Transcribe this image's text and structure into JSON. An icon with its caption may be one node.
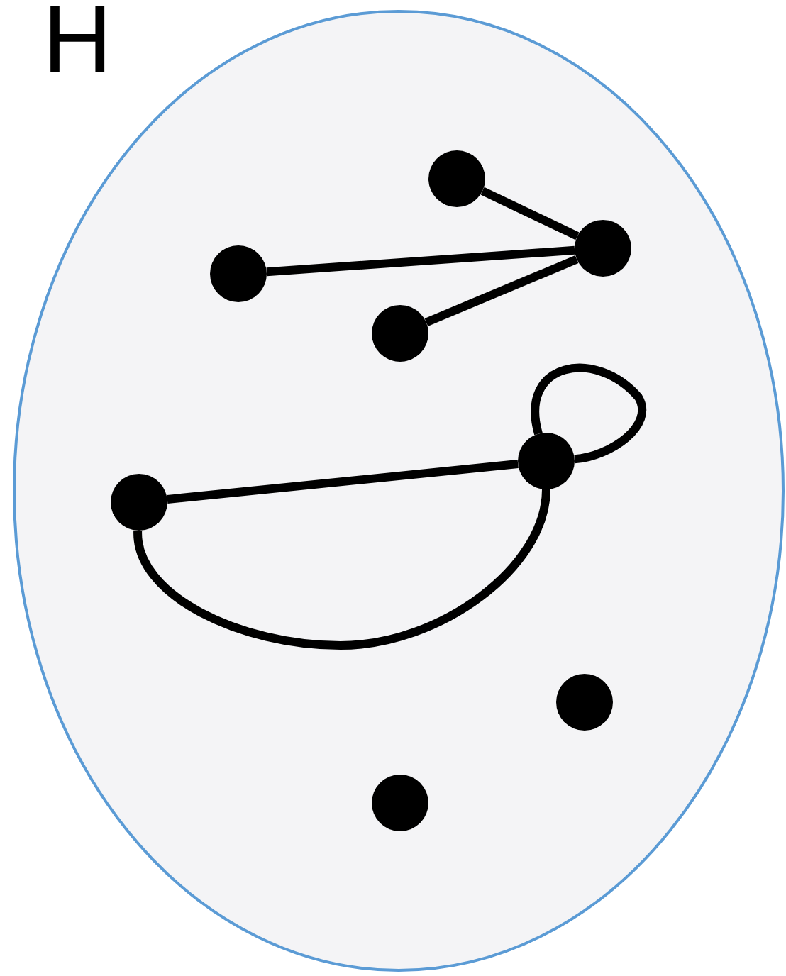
{
  "diagram": {
    "nodes": [
      {
        "text": [
          "H"
        ]
      },
      {
        "text": [],
        "shape": "circle",
        "in": 0
      },
      {
        "text": [],
        "shape": "circle",
        "in": 0
      },
      {
        "text": [],
        "shape": "circle",
        "in": 0
      },
      {
        "text": [],
        "shape": "circle",
        "in": 0
      },
      {
        "text": [],
        "shape": "circle",
        "in": 0
      },
      {
        "text": [],
        "shape": "circle",
        "in": 0
      },
      {
        "text": [],
        "shape": "circle",
        "in": 0
      },
      {
        "text": [],
        "shape": "circle",
        "in": 0
      }
    ],
    "edges": [
      {
        "from": 1,
        "to": 2,
        "arrow": "none"
      },
      {
        "from": 3,
        "to": 2,
        "arrow": "none"
      },
      {
        "from": 4,
        "to": 2,
        "arrow": "none"
      },
      {
        "from": 6,
        "to": 5,
        "arrow": "none"
      },
      {
        "from": 6,
        "to": 5,
        "arrow": "none"
      },
      {
        "from": 5,
        "to": 5,
        "arrow": "none"
      }
    ]
  }
}
